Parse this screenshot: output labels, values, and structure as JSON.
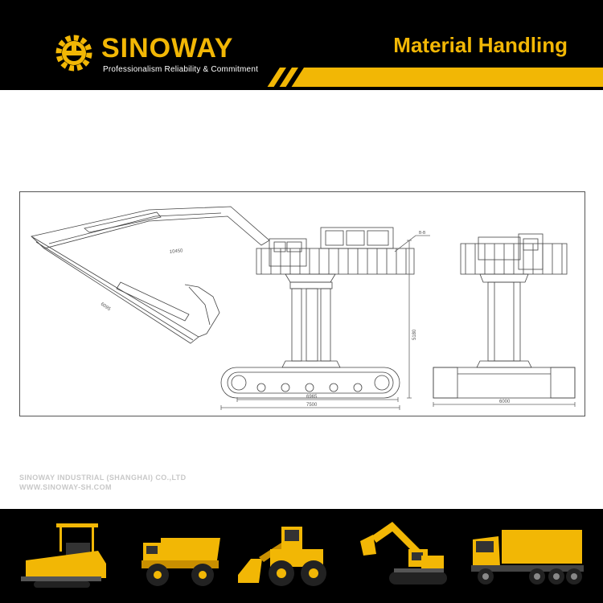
{
  "header": {
    "brand": "SINOWAY",
    "tagline": "Professionalism Reliability & Commitment",
    "title": "Material Handling",
    "accent_color": "#f2b705"
  },
  "drawing": {
    "dimensions": {
      "boom_length": "10450",
      "arm_length": "6095",
      "column_height": "5180",
      "track_length": "6965",
      "overall_length": "7500",
      "track_width": "6000"
    },
    "callout_label": "B-B"
  },
  "company": {
    "name": "SINOWAY INDUSTRIAL (SHANGHAI) CO.,LTD",
    "website": "WWW.SINOWAY-SH.COM"
  },
  "footer": {
    "machines": [
      {
        "icon": "asphalt-paver-icon"
      },
      {
        "icon": "dump-truck-icon"
      },
      {
        "icon": "wheel-loader-icon"
      },
      {
        "icon": "excavator-icon"
      },
      {
        "icon": "tipper-truck-icon"
      }
    ]
  }
}
